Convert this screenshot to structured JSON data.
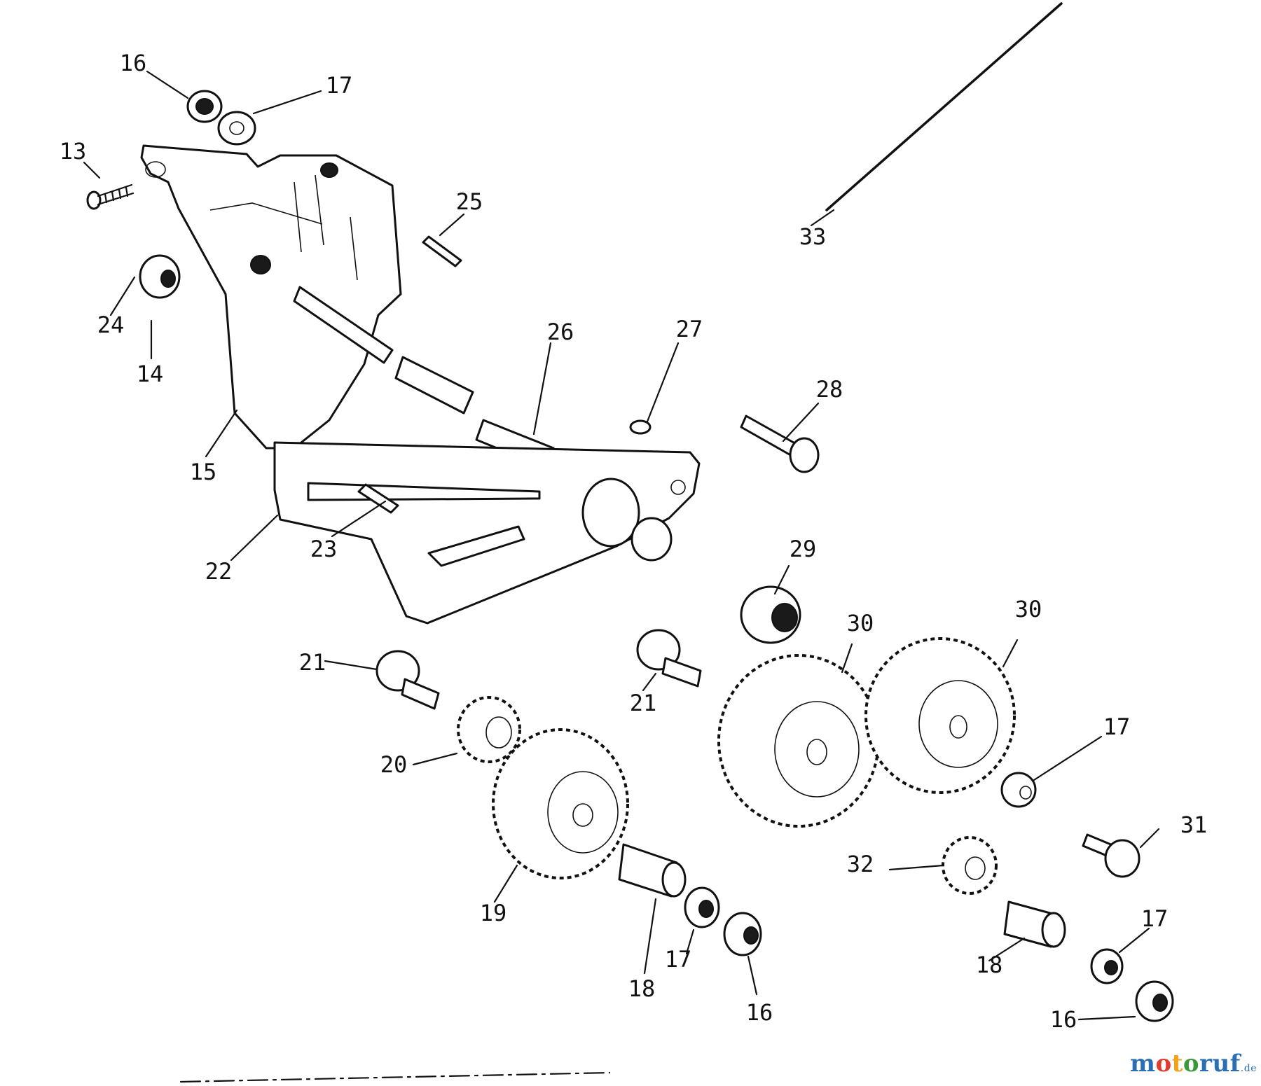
{
  "diagram": {
    "labels": [
      {
        "id": "16a",
        "text": "16"
      },
      {
        "id": "17a",
        "text": "17"
      },
      {
        "id": "13",
        "text": "13"
      },
      {
        "id": "25",
        "text": "25"
      },
      {
        "id": "33",
        "text": "33"
      },
      {
        "id": "24",
        "text": "24"
      },
      {
        "id": "14",
        "text": "14"
      },
      {
        "id": "26",
        "text": "26"
      },
      {
        "id": "27",
        "text": "27"
      },
      {
        "id": "28",
        "text": "28"
      },
      {
        "id": "15",
        "text": "15"
      },
      {
        "id": "23",
        "text": "23"
      },
      {
        "id": "22",
        "text": "22"
      },
      {
        "id": "29",
        "text": "29"
      },
      {
        "id": "30a",
        "text": "30"
      },
      {
        "id": "30b",
        "text": "30"
      },
      {
        "id": "21a",
        "text": "21"
      },
      {
        "id": "21b",
        "text": "21"
      },
      {
        "id": "20",
        "text": "20"
      },
      {
        "id": "17b",
        "text": "17"
      },
      {
        "id": "31",
        "text": "31"
      },
      {
        "id": "32",
        "text": "32"
      },
      {
        "id": "19",
        "text": "19"
      },
      {
        "id": "18a",
        "text": "18"
      },
      {
        "id": "17c",
        "text": "17"
      },
      {
        "id": "16b",
        "text": "16"
      },
      {
        "id": "18b",
        "text": "18"
      },
      {
        "id": "17d",
        "text": "17"
      },
      {
        "id": "16c",
        "text": "16"
      }
    ]
  },
  "watermark": {
    "m": "m",
    "o1": "o",
    "t": "t",
    "o2": "o",
    "rest": "ruf",
    "tld": ".de"
  }
}
